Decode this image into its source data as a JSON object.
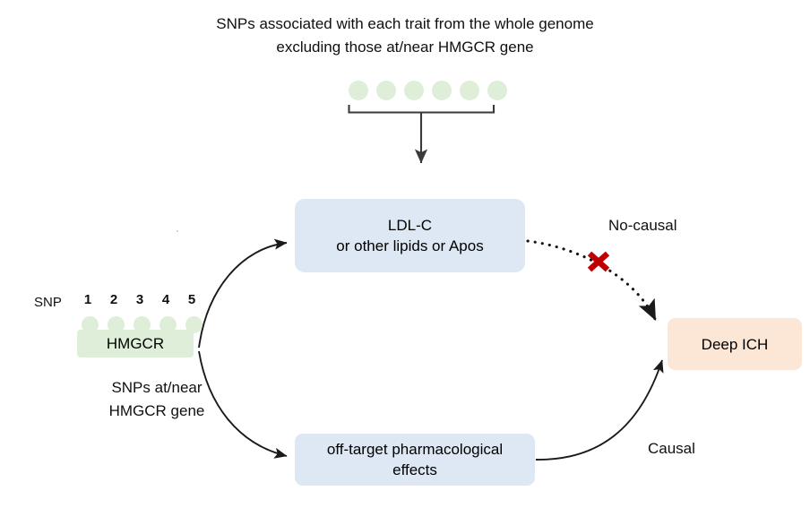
{
  "diagram": {
    "caption": "SNPs associated with each trait from the whole genome\nexcluding those at/near HMGCR gene",
    "top_dot_count": 6,
    "snp_label": "SNP",
    "snp_numbers": [
      "1",
      "2",
      "3",
      "4",
      "5"
    ],
    "snp_dot_count": 5,
    "nodes": {
      "hmgcr": "HMGCR",
      "ldl": "LDL-C\nor other lipids or Apos",
      "offtarget": "off-target pharmacological\neffects",
      "deepich": "Deep ICH"
    },
    "labels": {
      "snps_at_near": "SNPs at/near\nHMGCR gene",
      "no_causal": "No-causal",
      "causal": "Causal"
    },
    "colors": {
      "green_fill": "#dfeed8",
      "blue_fill": "#dde8f4",
      "peach_fill": "#fce6d5",
      "arrow_stroke": "#1a1a1a",
      "cross_red": "#c00000",
      "background": "#ffffff"
    },
    "edges": [
      {
        "from": "top-dots-bracket",
        "to": "ldl",
        "style": "solid-arrow"
      },
      {
        "from": "hmgcr",
        "to": "ldl",
        "style": "solid-curved-arrow"
      },
      {
        "from": "hmgcr",
        "to": "offtarget",
        "style": "solid-curved-arrow"
      },
      {
        "from": "ldl",
        "to": "deepich",
        "style": "dotted-curved-arrow",
        "marker": "red-cross",
        "label": "No-causal"
      },
      {
        "from": "offtarget",
        "to": "deepich",
        "style": "solid-curved-arrow",
        "label": "Causal"
      }
    ]
  }
}
